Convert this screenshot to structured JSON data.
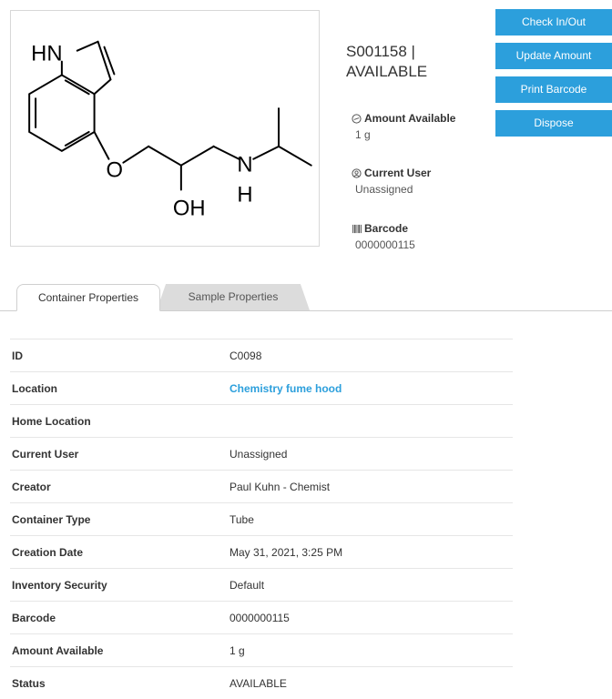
{
  "header": {
    "sample_id": "S001158 |",
    "status": "AVAILABLE"
  },
  "structure": {
    "labels": {
      "nh": "HN",
      "o": "O",
      "n": "N",
      "h": "H",
      "oh": "OH"
    }
  },
  "info": {
    "amount_label": "Amount Available",
    "amount_value": "1 g",
    "user_label": "Current User",
    "user_value": "Unassigned",
    "barcode_label": "Barcode",
    "barcode_value": "0000000115"
  },
  "actions": {
    "check": "Check In/Out",
    "update": "Update Amount",
    "print": "Print Barcode",
    "dispose": "Dispose"
  },
  "tabs": {
    "container": "Container Properties",
    "sample": "Sample Properties"
  },
  "properties": [
    {
      "key": "ID",
      "value": "C0098"
    },
    {
      "key": "Location",
      "value": "Chemistry fume hood"
    },
    {
      "key": "Home Location",
      "value": ""
    },
    {
      "key": "Current User",
      "value": "Unassigned"
    },
    {
      "key": "Creator",
      "value": "Paul Kuhn - Chemist"
    },
    {
      "key": "Container Type",
      "value": "Tube"
    },
    {
      "key": "Creation Date",
      "value": "May 31, 2021, 3:25 PM"
    },
    {
      "key": "Inventory Security",
      "value": "Default"
    },
    {
      "key": "Barcode",
      "value": "0000000115"
    },
    {
      "key": "Amount Available",
      "value": "1 g"
    },
    {
      "key": "Status",
      "value": "AVAILABLE"
    }
  ],
  "colors": {
    "accent": "#2c9fdc",
    "tab_inactive": "#dcdcdc"
  }
}
